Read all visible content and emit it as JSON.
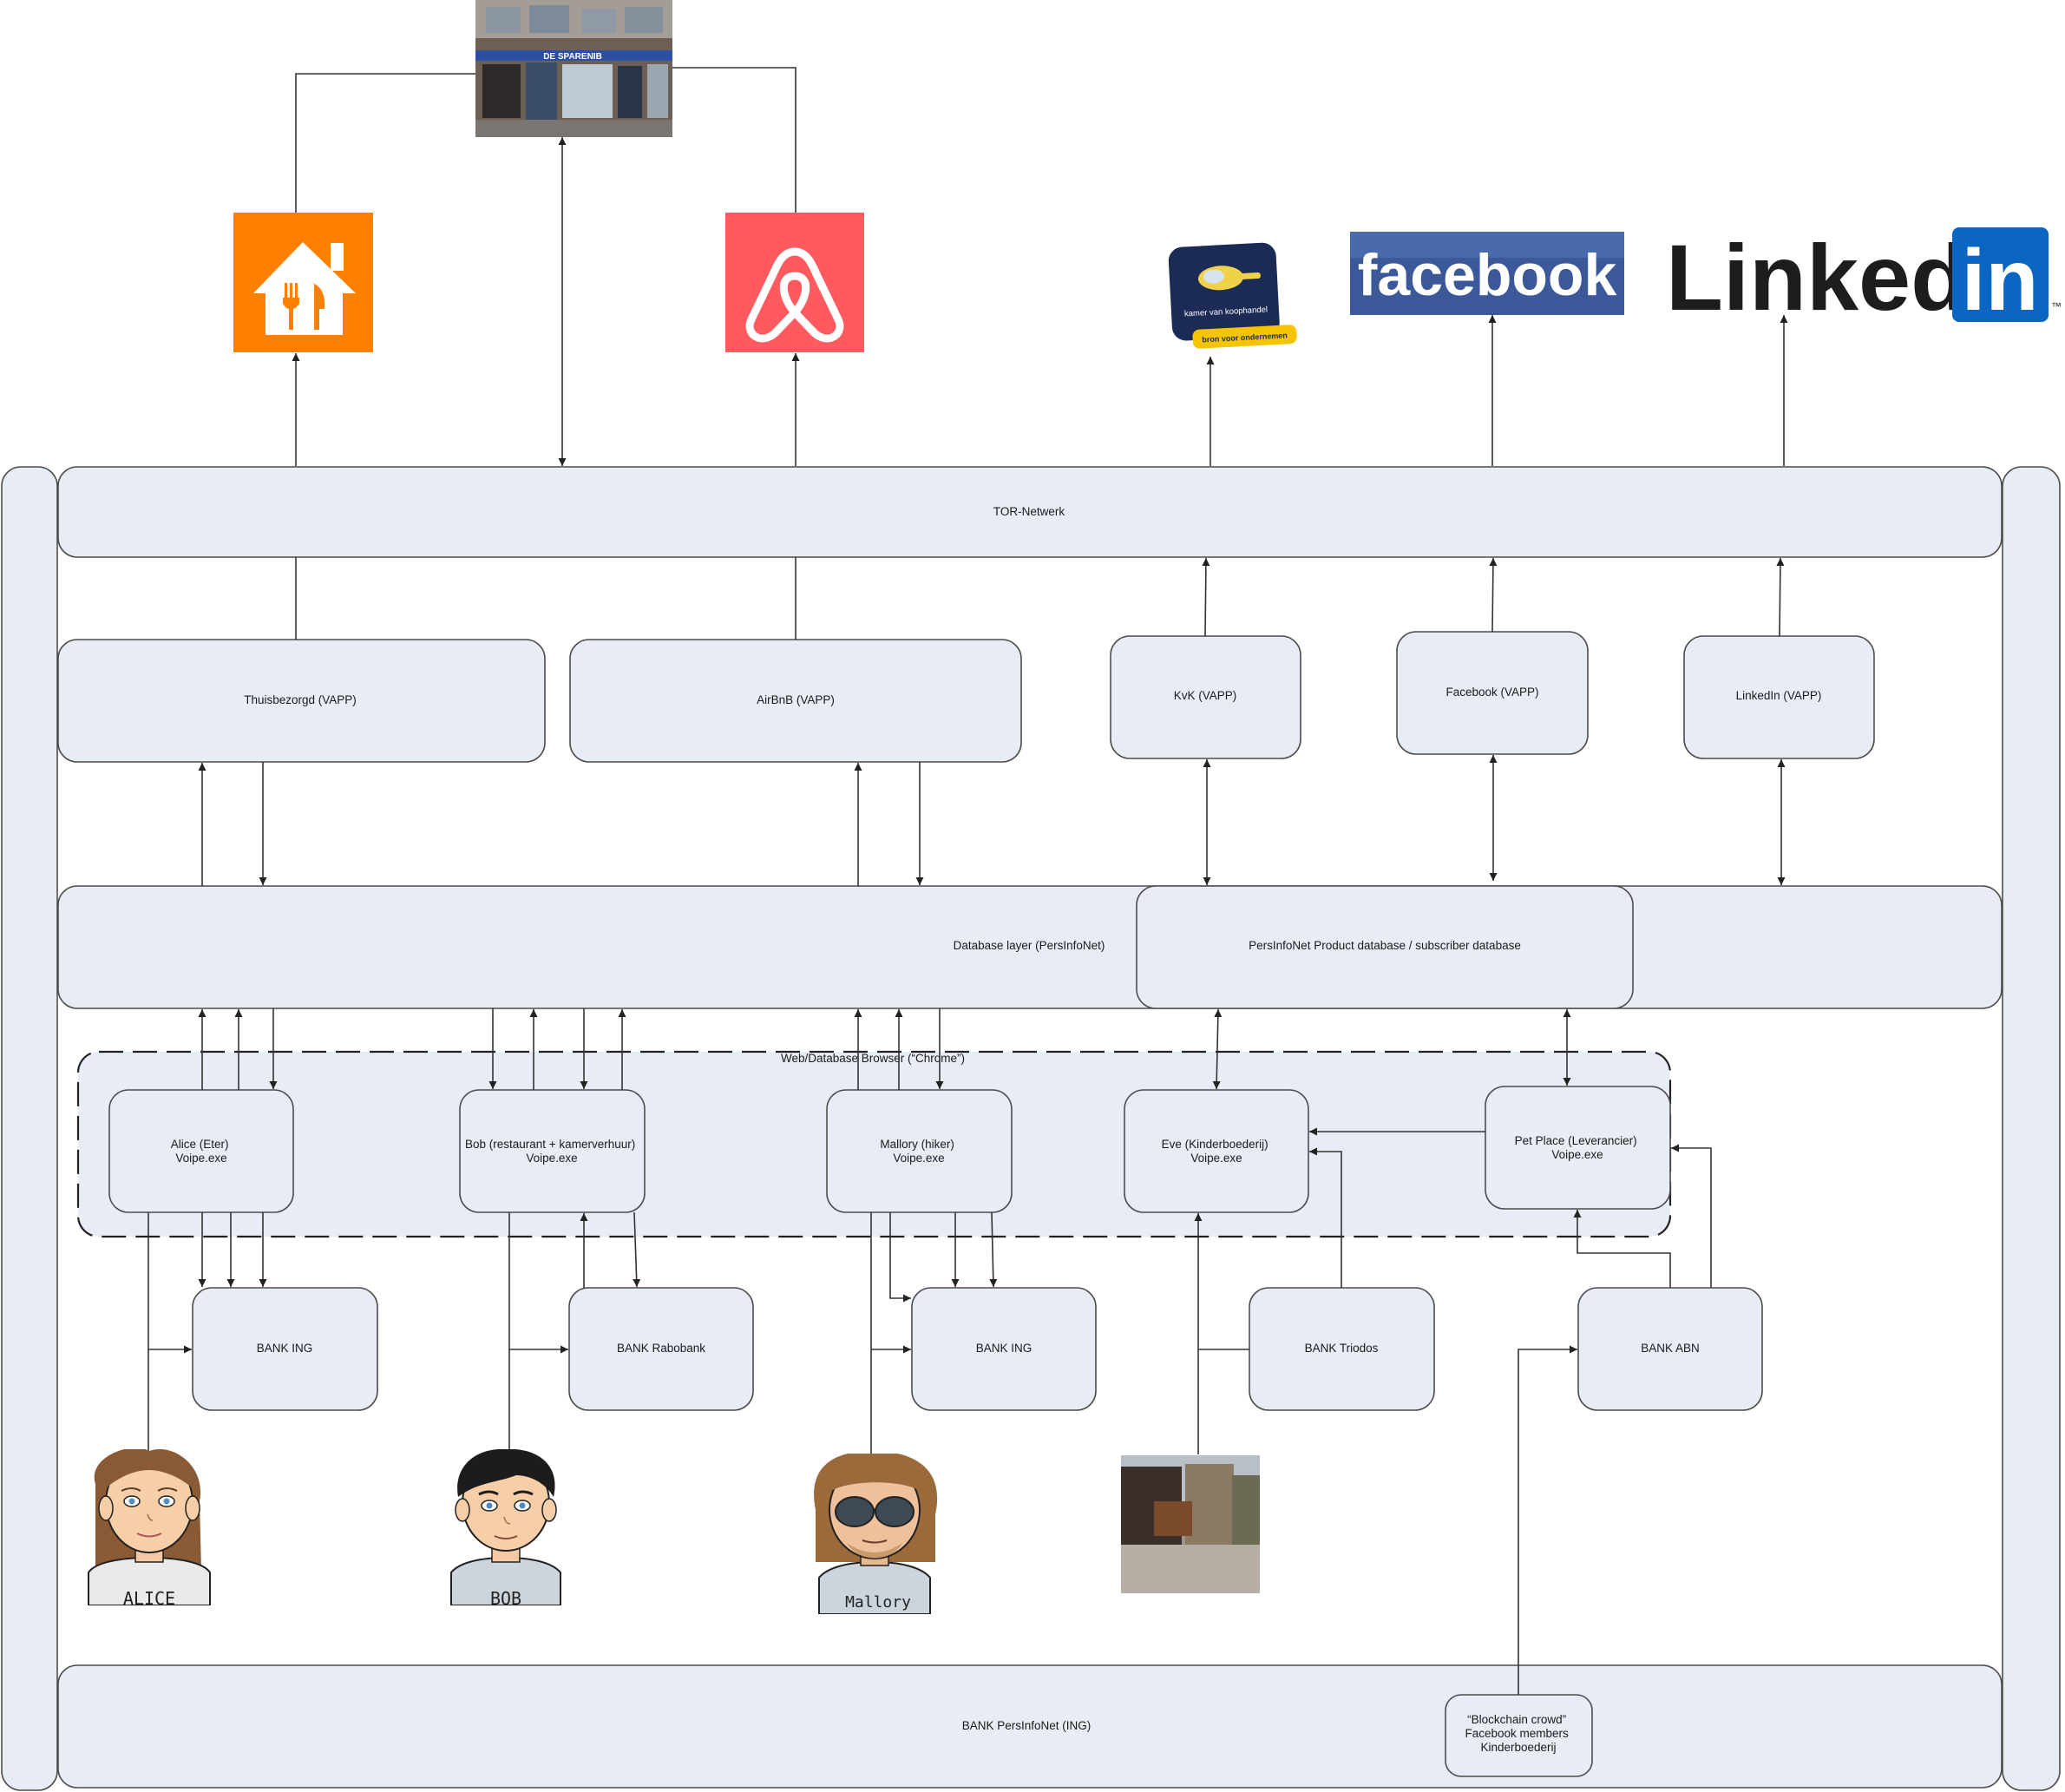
{
  "logos": {
    "thuisbezorgd": {
      "icon": "house-fork-knife-icon",
      "color": "#ff8000"
    },
    "airbnb": {
      "icon": "airbnb-belo-icon",
      "color": "#ff5a5f"
    },
    "kvk": {
      "text": "kamer van koophandel",
      "tagline": "bron voor ondernemen",
      "color": "#1b2b55",
      "accent": "#f5c400"
    },
    "facebook": {
      "text": "facebook",
      "color": "#3b5998"
    },
    "linkedin": {
      "text_left": "Linked",
      "text_box": "in",
      "tm": "™",
      "color": "#0a66c2"
    },
    "storefront": {
      "sign": "DE SPARENIB",
      "icon": "storefront-photo"
    }
  },
  "labels": {
    "tor": "TOR-Netwerk",
    "thuisbezorgd_vapp": "Thuisbezorgd (VAPP)",
    "airbnb_vapp": "AirBnB (VAPP)",
    "kvk_vapp": "KvK (VAPP)",
    "facebook_vapp": "Facebook (VAPP)",
    "linkedin_vapp": "LinkedIn (VAPP)",
    "database_layer": "Database layer (PersInfoNet)",
    "product_db": "PersInfoNet Product database / subscriber database",
    "browser": "Web/Database Browser (“Chrome”)",
    "alice_box": [
      "Alice (Eter)",
      "Voipe.exe"
    ],
    "bob_box": [
      "Bob (restaurant + kamerverhuur)",
      "Voipe.exe"
    ],
    "mallory_box": [
      "Mallory (hiker)",
      "Voipe.exe"
    ],
    "eve_box": [
      "Eve (Kinderboederij)",
      "Voipe.exe"
    ],
    "pet_box": [
      "Pet Place (Leverancier)",
      "Voipe.exe"
    ],
    "bank_ing_1": "BANK ING",
    "bank_rabobank": "BANK Rabobank",
    "bank_ing_2": "BANK ING",
    "bank_triodos": "BANK Triodos",
    "bank_abn": "BANK ABN",
    "bank_persinfonet": "BANK PersInfoNet (ING)",
    "crowd": [
      "“Blockchain crowd”",
      "Facebook members",
      "Kinderboederij"
    ]
  },
  "avatars": {
    "alice": {
      "caption": "ALICE",
      "icon": "alice-avatar"
    },
    "bob": {
      "caption": "BOB",
      "icon": "bob-avatar"
    },
    "mallory": {
      "caption": "Mallory",
      "icon": "mallory-avatar"
    },
    "eve": {
      "icon": "eve-photo"
    }
  }
}
